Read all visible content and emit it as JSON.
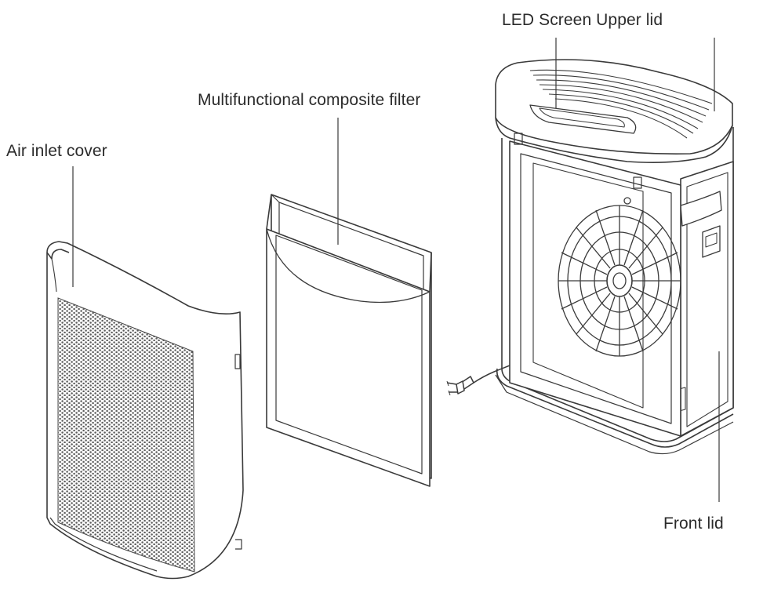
{
  "labels": {
    "led_screen_upper_lid": "LED Screen Upper lid",
    "multifunctional_composite_filter": "Multifunctional composite filter",
    "air_inlet_cover": "Air inlet cover",
    "front_lid": "Front lid"
  },
  "colors": {
    "line": "#3a3a3a",
    "text": "#2b2b2b",
    "mesh": "#5c5c5c",
    "background": "#ffffff"
  }
}
